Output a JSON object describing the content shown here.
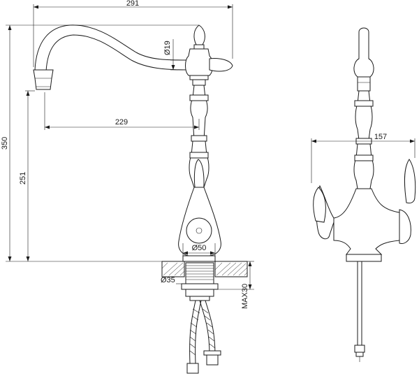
{
  "dimensions": {
    "spout_reach_total": "291",
    "outlet_diameter": "Ø19",
    "spout_reach_center": "229",
    "total_height": "350",
    "spout_height": "251",
    "base_diameter": "Ø50",
    "mount_hole": "Ø35",
    "max_counter_thickness": "MAX30",
    "side_width": "157"
  }
}
